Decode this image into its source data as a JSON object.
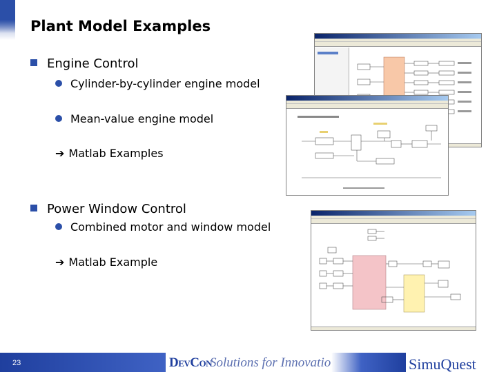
{
  "slide": {
    "title": "Plant Model Examples",
    "page_number": "23"
  },
  "bullets": {
    "engine_control": "Engine Control",
    "cylinder_model": "Cylinder-by-cylinder engine model",
    "mean_value_model": "Mean-value engine model",
    "engine_matlab": "Matlab Examples",
    "power_window": "Power Window Control",
    "combined_model": "Combined motor and window model",
    "window_matlab": "Matlab Example"
  },
  "footer": {
    "devcon_logo": "DevCon",
    "tagline": "Solutions for Innovation",
    "simuquest_logo": "SimuQuest"
  },
  "colors": {
    "accent_blue": "#2b4fa8",
    "footer_blue": "#1f3f9e",
    "block_salmon": "#f8c8a8",
    "block_pink": "#f4c4c8",
    "block_yellow": "#fff2b0"
  },
  "screenshots": {
    "cyl_window_title": "cylinder_model_example",
    "mean_window_title": "engine_mean_value",
    "window_model_title": "power_window_control_system"
  }
}
